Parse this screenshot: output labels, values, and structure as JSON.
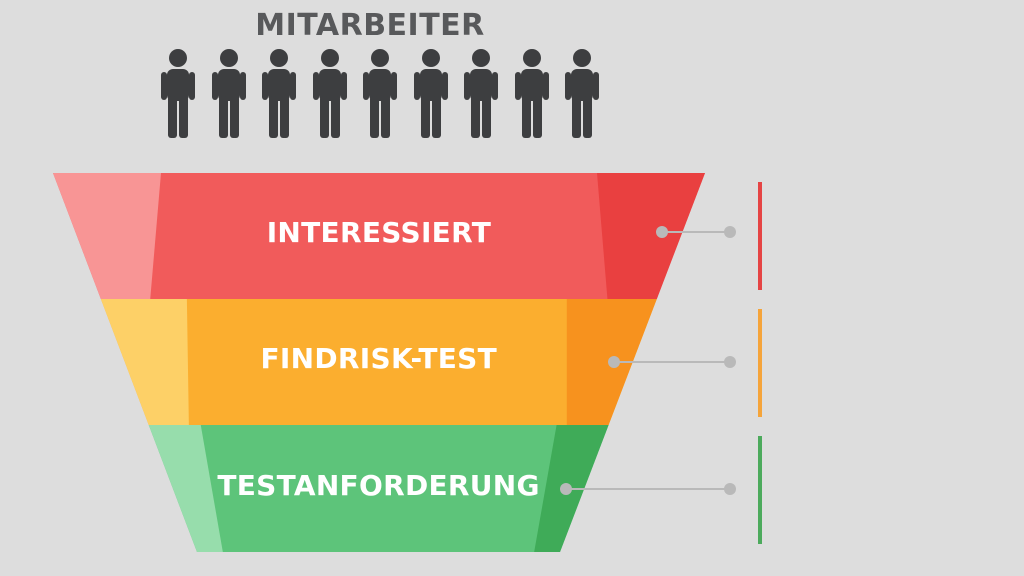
{
  "title": "MITARBEITER",
  "people": {
    "count": 9,
    "icon": "person-icon",
    "color": "#3d3e40"
  },
  "stages": [
    {
      "label": "INTERESSIERT",
      "color_main": "#f15b5b",
      "color_light": "#f89595",
      "color_dark": "#e94040",
      "bar_color": "#e54444"
    },
    {
      "label": "FINDRISK-TEST",
      "color_main": "#fbae2f",
      "color_light": "#fdd067",
      "color_dark": "#f7921e",
      "bar_color": "#f5a43a"
    },
    {
      "label": "TESTANFORDERUNG",
      "color_main": "#5dc47a",
      "color_light": "#97ddac",
      "color_dark": "#3fab58",
      "bar_color": "#4caa5c"
    }
  ],
  "connector_color": "#b9b9b9"
}
